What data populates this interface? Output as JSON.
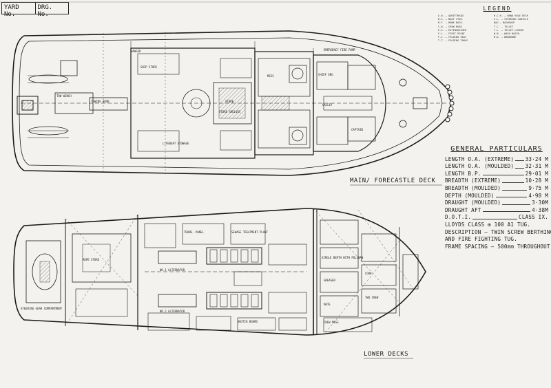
{
  "title_block": {
    "yard_no": "YARD No.",
    "drg_no": "DRG. No."
  },
  "legend": {
    "title": "LEGEND",
    "entries": [
      "A.H. — ADRIFTHEAD",
      "H.C.H. — HAND HOLE DECK",
      "B.S. — BOAT STIR.",
      "S.L. — STEERING CUBICLE",
      "B.F. — BUNK BACK.",
      "BAG — BAGHOUSE",
      "C.H. — CREW HEAD",
      "T.C. — TOILET",
      "E.S. — EXTINGUISHER",
      "T.L. — TOILET LOCKER",
      "F.L. — FIRST POINT",
      "W.B. — WASH BASIN",
      "F.C. — FOLDING SEAT",
      "W.D. — WARDROBE",
      "T.T. — FOLDING TABLE",
      ""
    ]
  },
  "general_particulars": {
    "title": "GENERAL PARTICULARS",
    "rows": [
      {
        "label": "LENGTH O.A. (EXTREME)",
        "value": "33·24 M"
      },
      {
        "label": "LENGTH O.A. (MOULDED)",
        "value": "32·31 M"
      },
      {
        "label": "LENGTH B.P.",
        "value": "29·01 M"
      },
      {
        "label": "BREADTH (EXTREME)",
        "value": "10·28 M"
      },
      {
        "label": "BREADTH (MOULDED)",
        "value": "9·75 M"
      },
      {
        "label": "DEPTH (MOULDED)",
        "value": "4·98 M"
      },
      {
        "label": "DRAUGHT (MOULDED)",
        "value": "3·30M"
      },
      {
        "label": "DRAUGHT AFT",
        "value": "4·38M"
      },
      {
        "label": "D.O.T.I.",
        "value": "CLASS IX."
      }
    ],
    "lines": [
      "LLOYDS CLASS ✠ 100 A1 TUG.",
      "DESCRIPTION — TWIN SCREW BERTHING",
      "AND FIRE FIGHTING TUG.",
      "FRAME SPACING — 500mm THROUGHOUT."
    ]
  },
  "decks": {
    "upper": "MAIN/ FORECASTLE DECK",
    "lower": "LOWER DECKS"
  },
  "rooms_upper": {
    "ship_stores": "SHIP STORE",
    "owners_store": "STORE",
    "captain": "CAPTAIN",
    "chief_eng": "CHIEF ENG",
    "galley": "GALLEY",
    "mess": "MESS",
    "emergency_fire_pump": "EMERGENCY FIRE PUMP",
    "lifeboat_stowage": "LIFEBOAT STOWAGE",
    "store_shelves": "STORE SHELVES",
    "hawser": "HAWSER",
    "tow_winch": "TOW WINCH",
    "towing_hook": "TOWING HOOK"
  },
  "rooms_lower": {
    "rope_store": "ROPE STORE",
    "steering_gear": "STEERING GEAR COMPARTMENT",
    "sewage": "SEWAGE TREATMENT PLANT",
    "no1_alternator": "NO.1 ALTERNATOR",
    "no2_alternator": "NO.2 ALTERNATOR",
    "single_berth": "SINGLE BERTH WITH PULLMAN",
    "crew_mess": "CREW MESS",
    "greaser": "GREASER",
    "two_crew": "TWO CREW",
    "mate": "MATE",
    "cook": "COOK",
    "transformer": "TRANS. PANEL",
    "switchboard": "SWITCH BOARD"
  }
}
